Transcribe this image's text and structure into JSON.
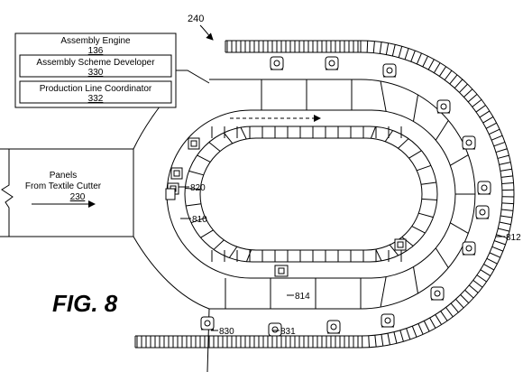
{
  "figure": {
    "label": "FIG. 8",
    "ref_main": "240"
  },
  "engine_box": {
    "title": "Assembly Engine",
    "title_ref": "136",
    "items": [
      {
        "label": "Assembly Scheme Developer",
        "ref": "330"
      },
      {
        "label": "Production Line Coordinator",
        "ref": "332"
      }
    ]
  },
  "input": {
    "line1": "Panels",
    "line2": "From Textile Cutter",
    "ref": "230"
  },
  "callouts": {
    "panel": "820",
    "inner_track": "810",
    "outer_conveyor": "812",
    "lane": "814",
    "station": "830",
    "station_b": "831"
  },
  "colors": {
    "line": "#000000",
    "background": "#ffffff"
  }
}
